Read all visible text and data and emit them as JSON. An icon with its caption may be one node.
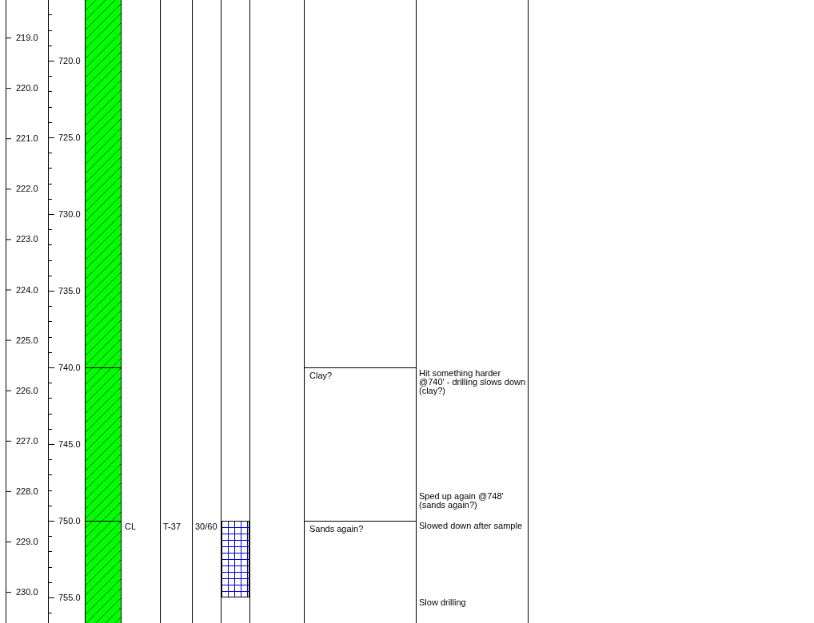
{
  "diagram": {
    "nodes": [
      {
        "text": [
          "Clay?"
        ]
      },
      {
        "text": [
          "Sands again?"
        ]
      }
    ],
    "labels": [
      "219.0",
      "220.0",
      "221.0",
      "222.0",
      "223.0",
      "224.0",
      "225.0",
      "226.0",
      "227.0",
      "228.0",
      "229.0",
      "230.0",
      "720.0",
      "725.0",
      "730.0",
      "735.0",
      "740.0",
      "745.0",
      "750.0",
      "755.0",
      "CL",
      "T-37",
      "30/60",
      "Hit something harder @740' - drilling slows down (clay?)",
      "Sped up again @748' (sands again?)",
      "Slowed down after sample",
      "Slow drilling"
    ]
  }
}
